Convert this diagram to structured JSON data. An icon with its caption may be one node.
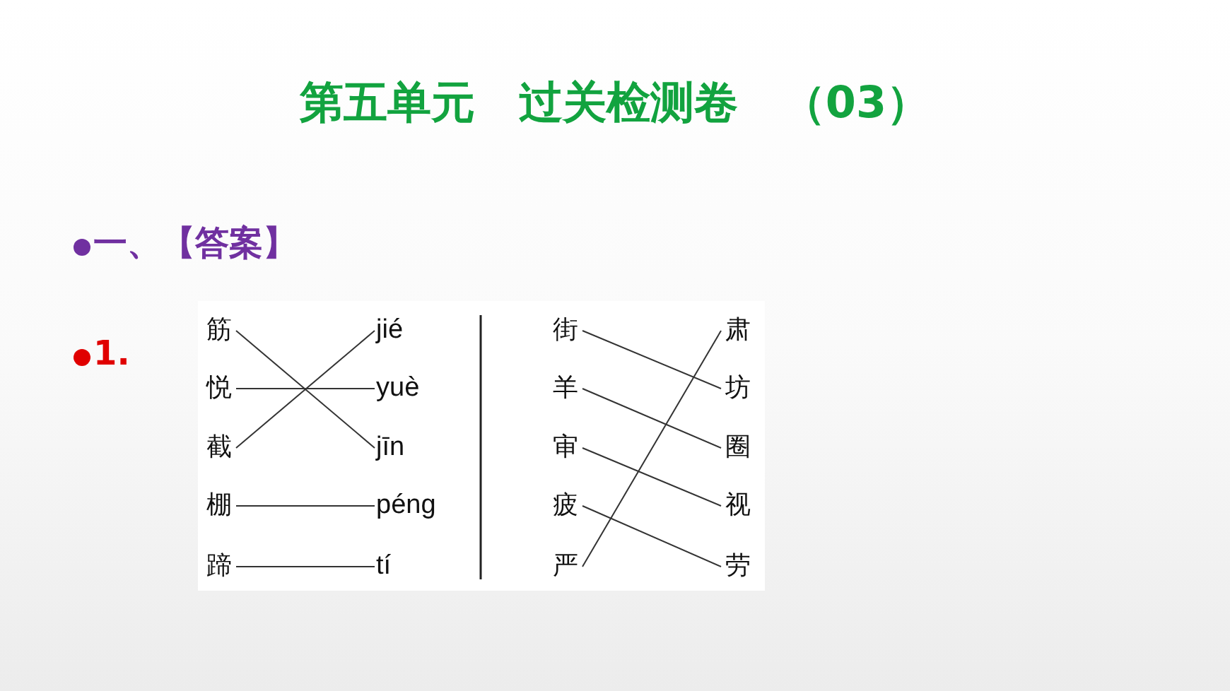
{
  "diagram": {
    "title": "第五单元　过关检测卷　（03）",
    "nodes": [
      {
        "text": [
          "筋"
        ]
      },
      {
        "text": [
          "悦"
        ]
      },
      {
        "text": [
          "截"
        ]
      },
      {
        "text": [
          "棚"
        ]
      },
      {
        "text": [
          "蹄"
        ]
      },
      {
        "text": [
          "jié"
        ]
      },
      {
        "text": [
          "yuè"
        ]
      },
      {
        "text": [
          "jīn"
        ]
      },
      {
        "text": [
          "péng"
        ]
      },
      {
        "text": [
          "tí"
        ]
      },
      {
        "text": [
          "街"
        ]
      },
      {
        "text": [
          "羊"
        ]
      },
      {
        "text": [
          "审"
        ]
      },
      {
        "text": [
          "疲"
        ]
      },
      {
        "text": [
          "严"
        ]
      },
      {
        "text": [
          "肃"
        ]
      },
      {
        "text": [
          "坊"
        ]
      },
      {
        "text": [
          "圈"
        ]
      },
      {
        "text": [
          "视"
        ]
      },
      {
        "text": [
          "劳"
        ]
      }
    ],
    "edges": [
      {
        "from": 0,
        "to": 7,
        "arrow": "none"
      },
      {
        "from": 1,
        "to": 6,
        "arrow": "none"
      },
      {
        "from": 2,
        "to": 5,
        "arrow": "none"
      },
      {
        "from": 3,
        "to": 8,
        "arrow": "none"
      },
      {
        "from": 4,
        "to": 9,
        "arrow": "none"
      },
      {
        "from": 10,
        "to": 16,
        "arrow": "none"
      },
      {
        "from": 11,
        "to": 17,
        "arrow": "none"
      },
      {
        "from": 12,
        "to": 18,
        "arrow": "none"
      },
      {
        "from": 13,
        "to": 19,
        "arrow": "none"
      },
      {
        "from": 14,
        "to": 15,
        "arrow": "none"
      }
    ],
    "labels": [
      "一、【答案】",
      "1."
    ]
  }
}
